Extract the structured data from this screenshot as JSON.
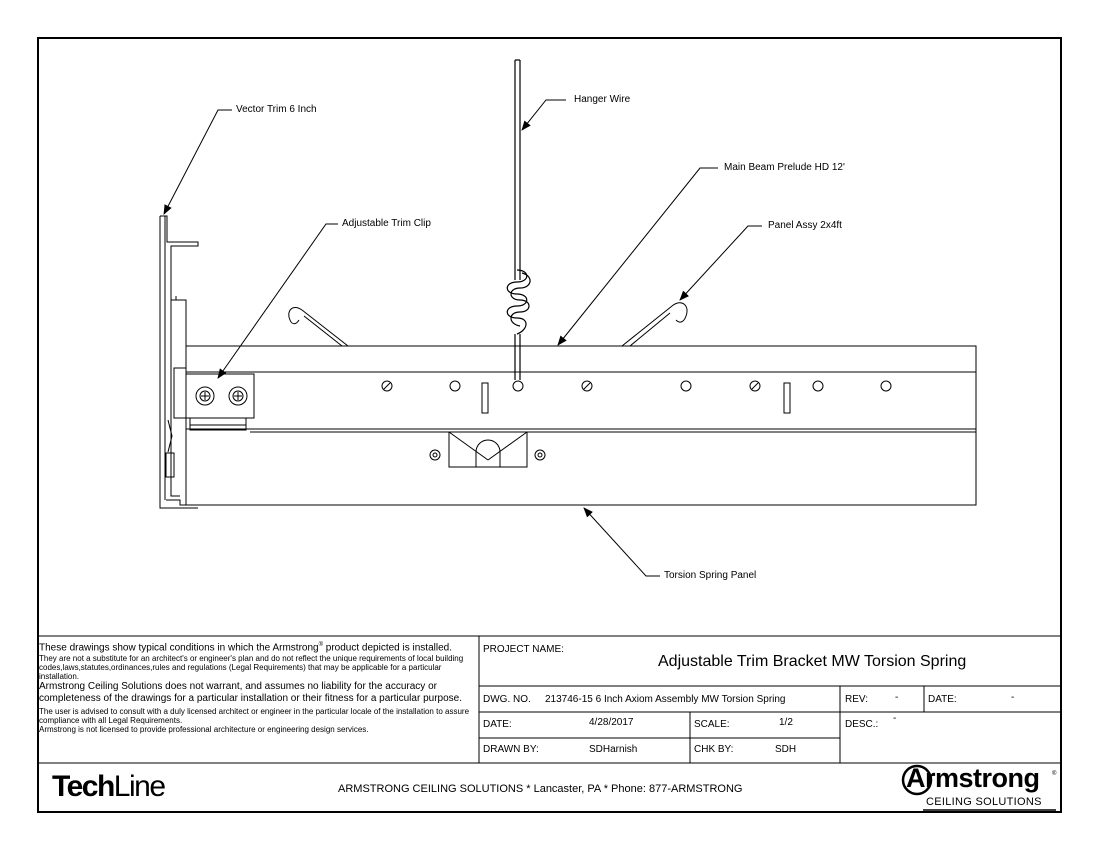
{
  "callouts": {
    "vector_trim": "Vector Trim 6 Inch",
    "hanger_wire": "Hanger Wire",
    "main_beam": "Main Beam Prelude HD 12'",
    "trim_clip": "Adjustable Trim Clip",
    "panel_assy": "Panel Assy 2x4ft",
    "torsion_panel": "Torsion Spring Panel"
  },
  "disclaimer": {
    "line1_pre": "These drawings show typical conditions in which the Armstrong",
    "line1_mark": "®",
    "line1_post": " product depicted is installed.",
    "line2": "They are not a substitute for an architect's or engineer's plan and do not reflect the unique requirements of local building codes,laws,statutes,ordinances,rules and regulations (Legal Requirements) that may be applicable for a particular installation.",
    "line3": "Armstrong Ceiling Solutions does not warrant, and assumes no liability for the accuracy or completeness of  the drawings for a particular installation or their fitness for a particular purpose.",
    "line4": "The user is  advised to consult with a duly licensed architect or engineer in the particular locale of the installation to assure  compliance with all Legal Requirements.",
    "line5": "Armstrong is not licensed to provide professional architecture or engineering design services."
  },
  "title_block": {
    "project_name_label": "PROJECT NAME:",
    "project_name": "Adjustable Trim Bracket MW Torsion Spring",
    "dwg_no_label": "DWG. NO.",
    "dwg_no": "213746-15 6 Inch Axiom Assembly MW Torsion Spring",
    "rev_label": "REV:",
    "rev": "-",
    "date_right_label": "DATE:",
    "date_right": "-",
    "date_label": "DATE:",
    "date": "4/28/2017",
    "scale_label": "SCALE:",
    "scale": "1/2",
    "desc_label": "DESC.:",
    "desc": "-",
    "drawn_by_label": "DRAWN BY:",
    "drawn_by": "SDHarnish",
    "chk_by_label": "CHK BY:",
    "chk_by": "SDH"
  },
  "footer": {
    "techline_bold": "Tech",
    "techline_light": "Line",
    "company_line": "ARMSTRONG CEILING SOLUTIONS * Lancaster, PA * Phone: 877-ARMSTRONG",
    "armstrong_word": "Armstrong",
    "armstrong_sub": "CEILING SOLUTIONS",
    "armstrong_mark": "®"
  }
}
